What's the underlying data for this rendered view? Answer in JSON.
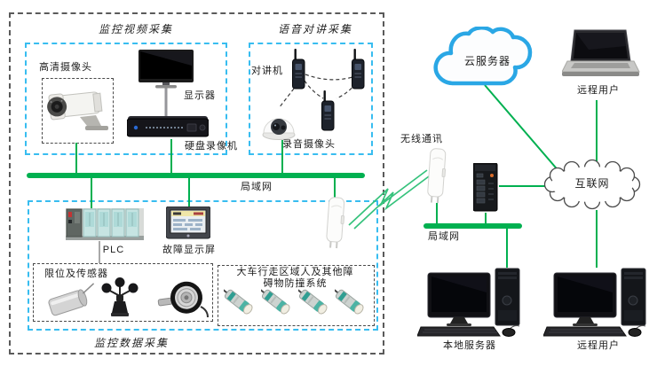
{
  "colors": {
    "network_green": "#00b050",
    "section_blue": "#38bdf0",
    "boundary_gray": "#5a5a5a",
    "cloud_outline_blue": "#2aa7e5"
  },
  "video": {
    "title": "监控视频采集",
    "camera": "高清摄像头",
    "monitor": "显示器",
    "dvr": "硬盘录像机"
  },
  "voice": {
    "title": "语音对讲采集",
    "intercom": "对讲机",
    "audio_camera": "录音摄像头"
  },
  "data_acq": {
    "title": "监控数据采集",
    "plc": "PLC",
    "fault_display": "故障显示屏",
    "limit_sensors": "限位及传感器",
    "collision_line1": "大车行走区域人及其他障",
    "collision_line2": "碍物防撞系统"
  },
  "network": {
    "lan_left": "局域网",
    "lan_right": "局域网",
    "wireless": "无线通讯",
    "cloud_server": "云服务器",
    "internet": "互联网"
  },
  "endpoints": {
    "remote_user_top": "远程用户",
    "local_server": "本地服务器",
    "remote_user_bottom": "远程用户"
  }
}
